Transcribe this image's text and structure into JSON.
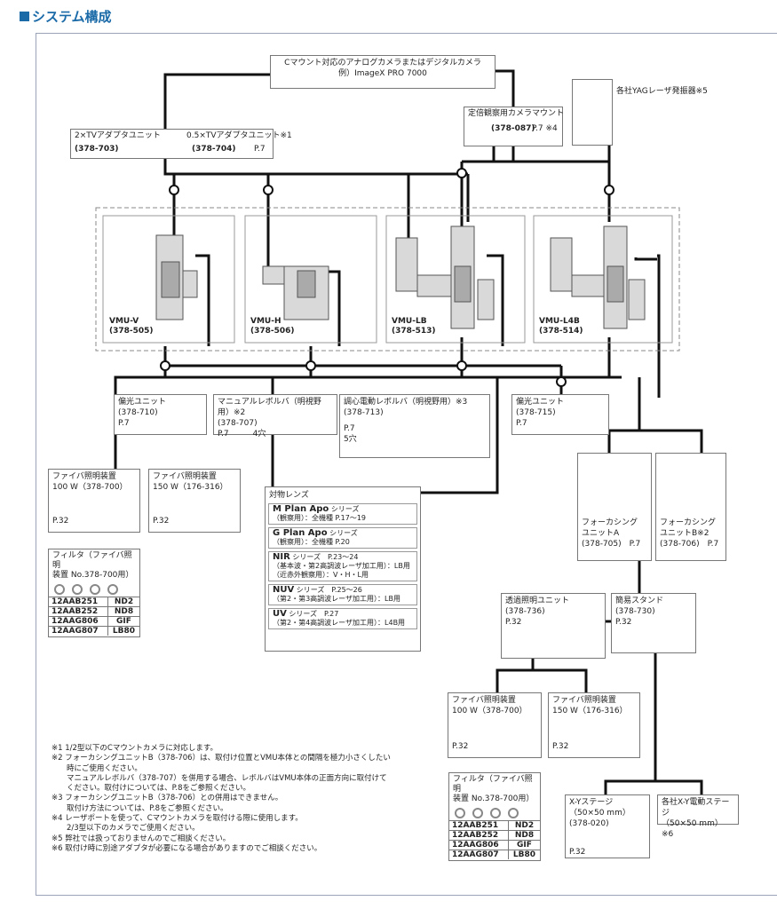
{
  "title": "システム構成",
  "camera_box": {
    "line1": "Cマウント対応のアナログカメラまたはデジタルカメラ",
    "line2": "例）ImageX PRO 7000"
  },
  "yag": {
    "label": "各社YAGレーザ発振器※5"
  },
  "tv_adapter": {
    "line1_a": "2×TVアダプタユニット",
    "line1_b": "0.5×TVアダプタユニット※1",
    "code_a": "(378-703)",
    "code_b": "(378-704)",
    "page": "P.7"
  },
  "fixed_mount": {
    "line1": "定倍観察用カメラマウント",
    "code": "(378-087)",
    "page": "P.7 ※4"
  },
  "units": [
    {
      "name": "VMU-V",
      "code": "(378-505)"
    },
    {
      "name": "VMU-H",
      "code": "(378-506)"
    },
    {
      "name": "VMU-LB",
      "code": "(378-513)"
    },
    {
      "name": "VMU-L4B",
      "code": "(378-514)"
    }
  ],
  "polarizer_a": {
    "name": "偏光ユニット",
    "code": "(378-710)",
    "page": "P.7"
  },
  "manual_revolver": {
    "name": "マニュアルレボルバ（明視野用）※2",
    "code": "(378-707)",
    "page": "P.7",
    "holes": "4穴"
  },
  "motor_revolver": {
    "name": "調心電動レボルバ（明視野用）※3",
    "code": "(378-713)",
    "page": "P.7",
    "holes": "5穴"
  },
  "polarizer_b": {
    "name": "偏光ユニット",
    "code": "(378-715)",
    "page": "P.7"
  },
  "fiber_left_100": {
    "name": "ファイバ照明装置",
    "spec": "100 W（378-700）",
    "page": "P.32"
  },
  "fiber_left_150": {
    "name": "ファイバ照明装置",
    "spec": "150 W（176-316）",
    "page": "P.32"
  },
  "filter_left": {
    "line1": "フィルタ（ファイバ照明",
    "line2": "装置 No.378-700用）",
    "rows": [
      [
        "12AAB251",
        "ND2"
      ],
      [
        "12AAB252",
        "ND8"
      ],
      [
        "12AAG806",
        "GIF"
      ],
      [
        "12AAG807",
        "LB80"
      ]
    ]
  },
  "lenses": {
    "title": "対物レンズ",
    "items": [
      {
        "name": "M Plan Apo",
        "suffix": "シリーズ",
        "desc": "（観察用）：全機種 P.17～19"
      },
      {
        "name": "G Plan Apo",
        "suffix": "シリーズ",
        "desc": "（観察用）：全機種 P.20"
      },
      {
        "name": "NIR",
        "suffix": "シリーズ　P.23～24",
        "desc": "（基本波・第2高調波レーザ加工用）：LB用",
        "desc2": "（近赤外観察用）：V・H・L用"
      },
      {
        "name": "NUV",
        "suffix": "シリーズ　P.25～26",
        "desc": "（第2・第3高調波レーザ加工用）：LB用"
      },
      {
        "name": "UV",
        "suffix": "シリーズ　P.27",
        "desc": "（第2・第4高調波レーザ加工用）：L4B用"
      }
    ]
  },
  "focusing_a": {
    "line1": "フォーカシング",
    "line2": "ユニットA",
    "code": "(378-705)",
    "page": "P.7"
  },
  "focusing_b": {
    "line1": "フォーカシング",
    "line2": "ユニットB※2",
    "code": "(378-706)",
    "page": "P.7"
  },
  "transmitted": {
    "name": "透過照明ユニット",
    "code": "(378-736)",
    "page": "P.32"
  },
  "stand": {
    "name": "簡易スタンド",
    "code": "(378-730)",
    "page": "P.32"
  },
  "fiber_right_100": {
    "name": "ファイバ照明装置",
    "spec": "100 W（378-700）",
    "page": "P.32"
  },
  "fiber_right_150": {
    "name": "ファイバ照明装置",
    "spec": "150 W（176-316）",
    "page": "P.32"
  },
  "filter_right": {
    "line1": "フィルタ（ファイバ照明",
    "line2": "装置 No.378-700用）",
    "rows": [
      [
        "12AAB251",
        "ND2"
      ],
      [
        "12AAB252",
        "ND8"
      ],
      [
        "12AAG806",
        "GIF"
      ],
      [
        "12AAG807",
        "LB80"
      ]
    ]
  },
  "xy_stage": {
    "name": "X-Yステージ（50×50 mm）",
    "code": "(378-020)",
    "page": "P.32"
  },
  "xy_motor": {
    "line1": "各社X-Y電動ステージ",
    "line2": "（50×50 mm）※6"
  },
  "notes": [
    "※1 1/2型以下のCマウントカメラに対応します。",
    "※2 フォーカシングユニットB（378-706）は、取付け位置とVMU本体との間隔を極力小さくしたい",
    "　　時にご使用ください。",
    "　　マニュアルレボルバ（378-707）を併用する場合、レボルバはVMU本体の正面方向に取付けて",
    "　　ください。取付けについては、P.8をご参照ください。",
    "※3 フォーカシングユニットB（378-706）との併用はできません。",
    "　　取付け方法については、P.8をご参照ください。",
    "※4 レーザポートを使って、Cマウントカメラを取付ける際に使用します。",
    "　　2/3型以下のカメラでご使用ください。",
    "※5 弊社では扱っておりませんのでご相談ください。",
    "※6 取付け時に別途アダプタが必要になる場合がありますのでご相談ください。"
  ]
}
